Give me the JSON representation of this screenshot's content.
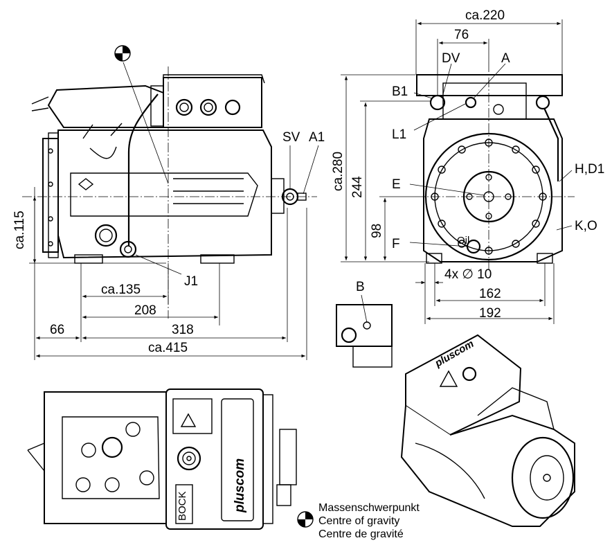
{
  "labels": {
    "ca220": "ca.220",
    "d76": "76",
    "dv": "DV",
    "a": "A",
    "b1": "B1",
    "l1": "L1",
    "ca280": "ca.280",
    "d244": "244",
    "e": "E",
    "hd1": "H,D1",
    "d98": "98",
    "ko": "K,O",
    "f": "F",
    "holes": "4x ∅ 10",
    "d162": "162",
    "d192": "192",
    "sv": "SV",
    "a1": "A1",
    "ca115": "ca.115",
    "j1": "J1",
    "ca135": "ca.135",
    "d208": "208",
    "d66": "66",
    "d318": "318",
    "ca415": "ca.415",
    "b": "B",
    "oil": "Oil"
  },
  "brand": {
    "pluscom": "pluscom",
    "bock": "BOCK"
  },
  "legend": {
    "de": "Massenschwerpunkt",
    "en": "Centre of gravity",
    "fr": "Centre de gravité"
  }
}
